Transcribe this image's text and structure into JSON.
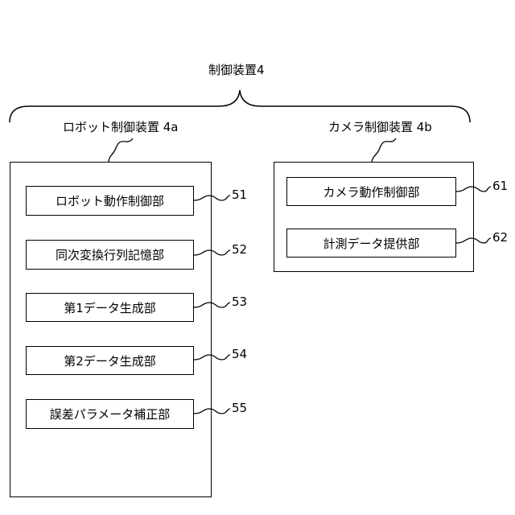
{
  "title": "制御装置4",
  "robot_controller": {
    "label": "ロボット制御装置 4a",
    "units": [
      {
        "label": "ロボット動作制御部",
        "ref": "51"
      },
      {
        "label": "同次変換行列記憶部",
        "ref": "52"
      },
      {
        "label": "第1データ生成部",
        "ref": "53"
      },
      {
        "label": "第2データ生成部",
        "ref": "54"
      },
      {
        "label": "誤差パラメータ補正部",
        "ref": "55"
      }
    ]
  },
  "camera_controller": {
    "label": "カメラ制御装置 4b",
    "units": [
      {
        "label": "カメラ動作制御部",
        "ref": "61"
      },
      {
        "label": "計測データ提供部",
        "ref": "62"
      }
    ]
  }
}
